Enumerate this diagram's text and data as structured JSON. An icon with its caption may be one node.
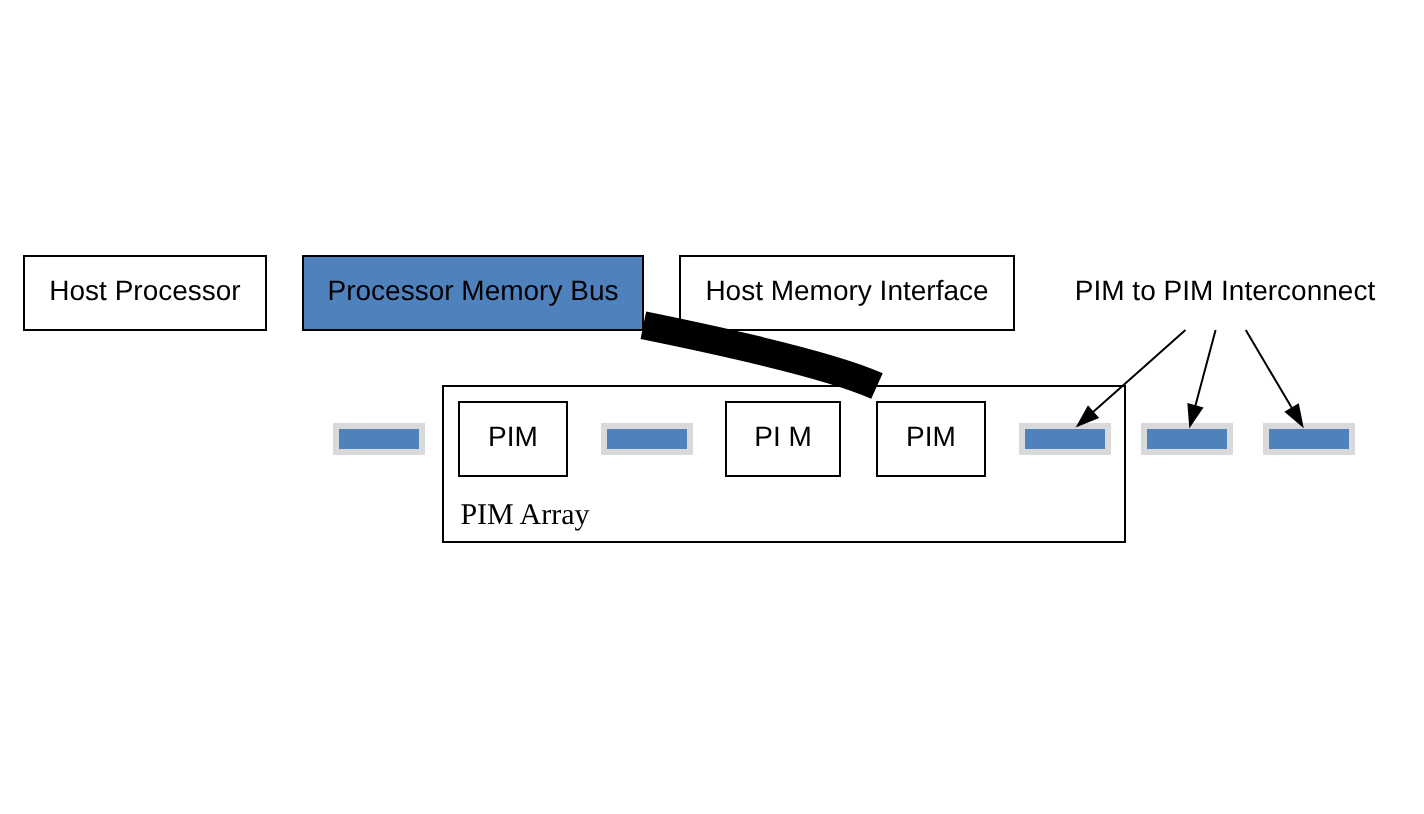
{
  "diagram": {
    "nodes": [
      {
        "text": [
          "Host Processor"
        ]
      },
      {
        "text": [
          "Processor Memory Bus"
        ]
      },
      {
        "text": [
          "Host Memory Interface"
        ]
      },
      {
        "text": [
          "PIM Array"
        ]
      },
      {
        "text": [],
        "shape": "bar"
      },
      {
        "text": [
          "PIM"
        ],
        "in": 3
      },
      {
        "text": [],
        "shape": "bar",
        "in": 3
      },
      {
        "text": [
          "PIM"
        ],
        "in": 3
      },
      {
        "text": [],
        "shape": "bar",
        "in": 3
      },
      {
        "text": [],
        "shape": "bar"
      },
      {
        "text": [
          "PI M"
        ],
        "in": 3
      },
      {
        "text": [],
        "shape": "bar"
      },
      {
        "text": [
          "PIM to PIM Interconnect"
        ]
      }
    ],
    "edges": [
      {
        "from": 1,
        "to": 3,
        "arrow": "none",
        "style": "thick"
      },
      {
        "from": 12,
        "to": 8,
        "arrow": "to"
      },
      {
        "from": 12,
        "to": 9,
        "arrow": "to"
      },
      {
        "from": 12,
        "to": 11,
        "arrow": "to"
      }
    ]
  }
}
